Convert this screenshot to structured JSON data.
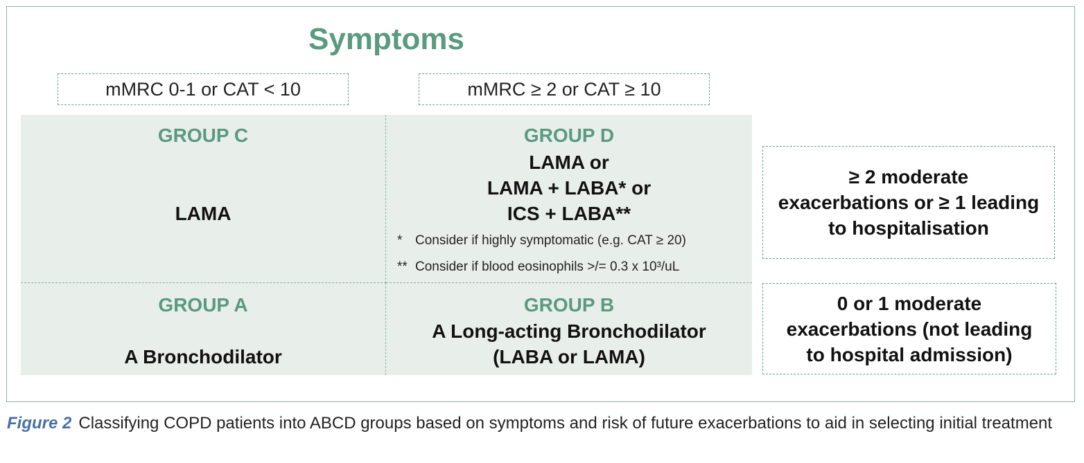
{
  "title": "Symptoms",
  "columns": [
    "mMRC 0-1 or CAT < 10",
    "mMRC ≥ 2 or CAT ≥ 10"
  ],
  "groups": {
    "c": {
      "label": "GROUP C",
      "treatment": "LAMA"
    },
    "d": {
      "label": "GROUP D",
      "treatment_lines": [
        "LAMA or",
        "LAMA + LABA* or",
        "ICS + LABA**"
      ],
      "notes": [
        {
          "marker": "*",
          "text": "Consider if highly symptomatic (e.g. CAT ≥ 20)"
        },
        {
          "marker": "**",
          "text": "Consider if blood eosinophils >/= 0.3 x 10³/uL"
        }
      ]
    },
    "a": {
      "label": "GROUP A",
      "treatment": "A Bronchodilator"
    },
    "b": {
      "label": "GROUP B",
      "treatment_lines": [
        "A Long-acting Bronchodilator",
        "(LABA or LAMA)"
      ]
    }
  },
  "rows": [
    {
      "lines": [
        "≥ 2 moderate",
        "exacerbations or ≥ 1 leading",
        "to hospitalisation"
      ]
    },
    {
      "lines": [
        "0 or 1 moderate",
        "exacerbations (not leading",
        "to hospital admission)"
      ]
    }
  ],
  "caption": {
    "label": "Figure 2",
    "text": "Classifying COPD patients into ABCD groups based on symptoms and risk of future exacerbations to aid in selecting initial treatment"
  },
  "colors": {
    "accent_green": "#5a9a7e",
    "cell_background": "#e8eeea",
    "border_green": "#6aa38b",
    "caption_label": "#4a6fa5"
  }
}
